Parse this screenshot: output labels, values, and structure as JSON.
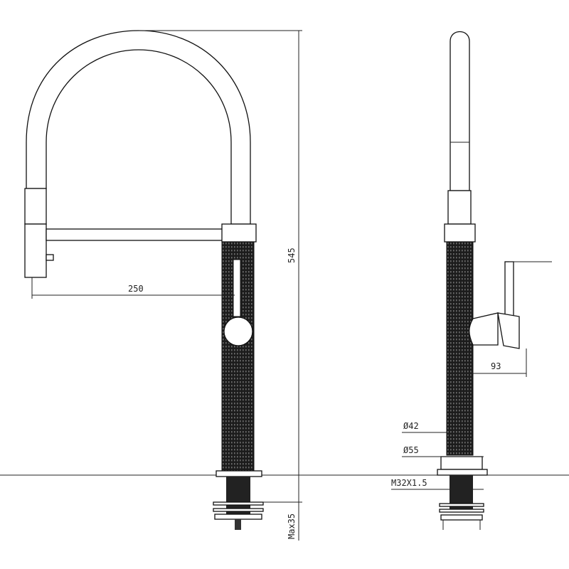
{
  "drawing": {
    "title": "Pull-down kitchen faucet technical drawing",
    "dimensions": {
      "spout_reach": "250",
      "total_height": "545",
      "max_deck_thickness": "Max35",
      "handle_offset": "93",
      "body_diameter": "Ø42",
      "base_diameter": "Ø55",
      "thread": "M32X1.5"
    },
    "colors": {
      "line": "#111111",
      "body": "#1a1a1a",
      "background": "#ffffff"
    }
  }
}
